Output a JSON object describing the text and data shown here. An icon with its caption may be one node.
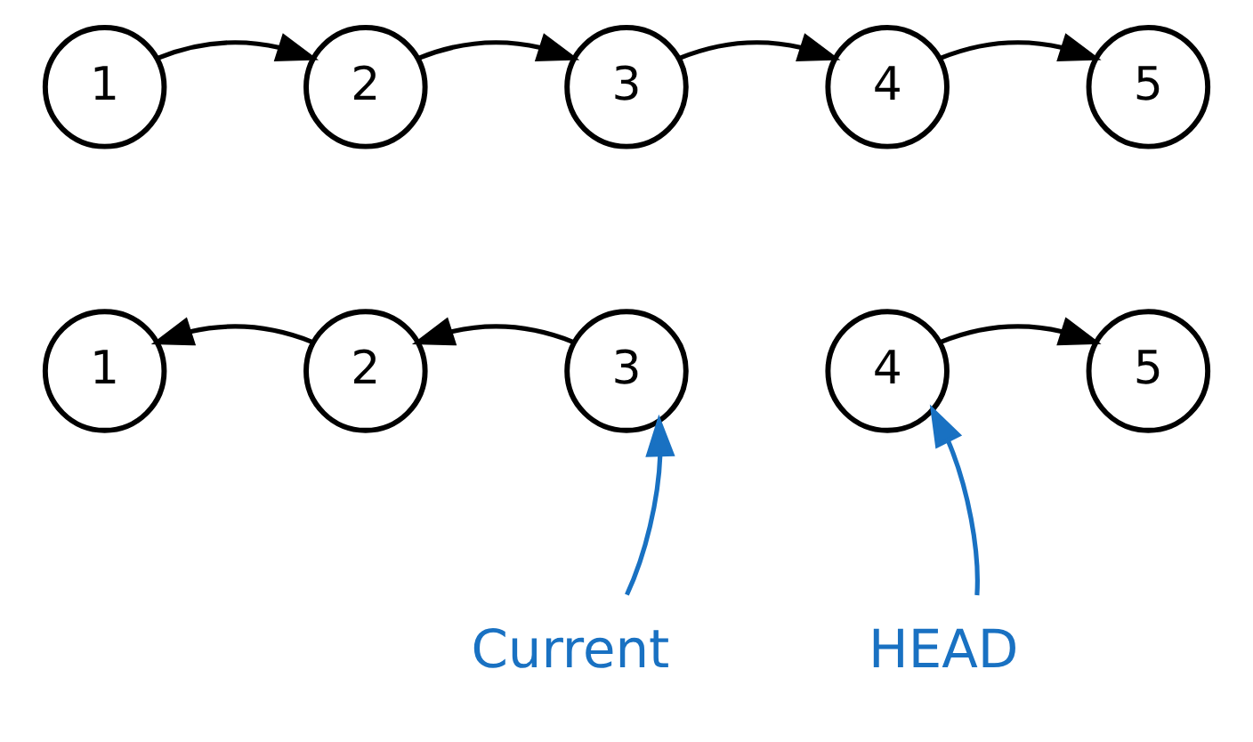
{
  "diagram": {
    "nodes": [
      {
        "text": [
          "1"
        ]
      },
      {
        "text": [
          "2"
        ]
      },
      {
        "text": [
          "3"
        ]
      },
      {
        "text": [
          "4"
        ]
      },
      {
        "text": [
          "5"
        ]
      },
      {
        "text": [
          "1"
        ]
      },
      {
        "text": [
          "2"
        ]
      },
      {
        "text": [
          "3"
        ]
      },
      {
        "text": [
          "4"
        ]
      },
      {
        "text": [
          "5"
        ]
      },
      {
        "text": [
          "Current"
        ]
      },
      {
        "text": [
          "HEAD"
        ]
      }
    ],
    "edges": [
      {
        "from": 0,
        "to": 1,
        "arrow": "to"
      },
      {
        "from": 1,
        "to": 2,
        "arrow": "to"
      },
      {
        "from": 2,
        "to": 3,
        "arrow": "to"
      },
      {
        "from": 3,
        "to": 4,
        "arrow": "to"
      },
      {
        "from": 6,
        "to": 5,
        "arrow": "to"
      },
      {
        "from": 7,
        "to": 6,
        "arrow": "to"
      },
      {
        "from": 8,
        "to": 9,
        "arrow": "to"
      },
      {
        "from": 10,
        "to": 7,
        "arrow": "to",
        "color": "#1971c2"
      },
      {
        "from": 11,
        "to": 8,
        "arrow": "to",
        "color": "#1971c2"
      }
    ]
  }
}
